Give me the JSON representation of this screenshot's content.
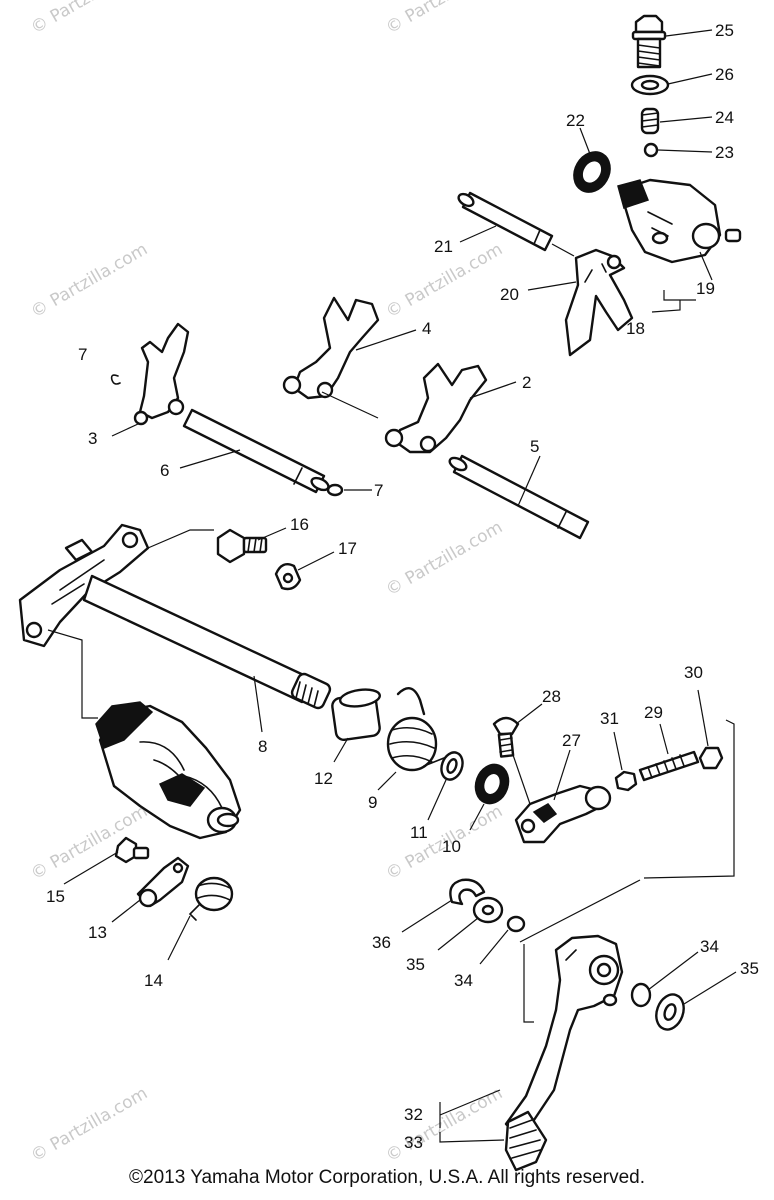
{
  "watermark": "© Partzilla.com",
  "copyright": "©2013  Yamaha Motor Corporation, U.S.A. All rights reserved.",
  "callouts": {
    "c2": "2",
    "c3": "3",
    "c4": "4",
    "c5": "5",
    "c6": "6",
    "c7a": "7",
    "c7b": "7",
    "c8": "8",
    "c9": "9",
    "c10": "10",
    "c11": "11",
    "c12": "12",
    "c13": "13",
    "c14": "14",
    "c15": "15",
    "c16": "16",
    "c17": "17",
    "c18": "18",
    "c19": "19",
    "c20": "20",
    "c21": "21",
    "c22": "22",
    "c23": "23",
    "c24": "24",
    "c25": "25",
    "c26": "26",
    "c27": "27",
    "c28": "28",
    "c29": "29",
    "c30": "30",
    "c31": "31",
    "c32": "32",
    "c33": "33",
    "c34a": "34",
    "c34b": "34",
    "c35a": "35",
    "c35b": "35",
    "c36": "36"
  }
}
